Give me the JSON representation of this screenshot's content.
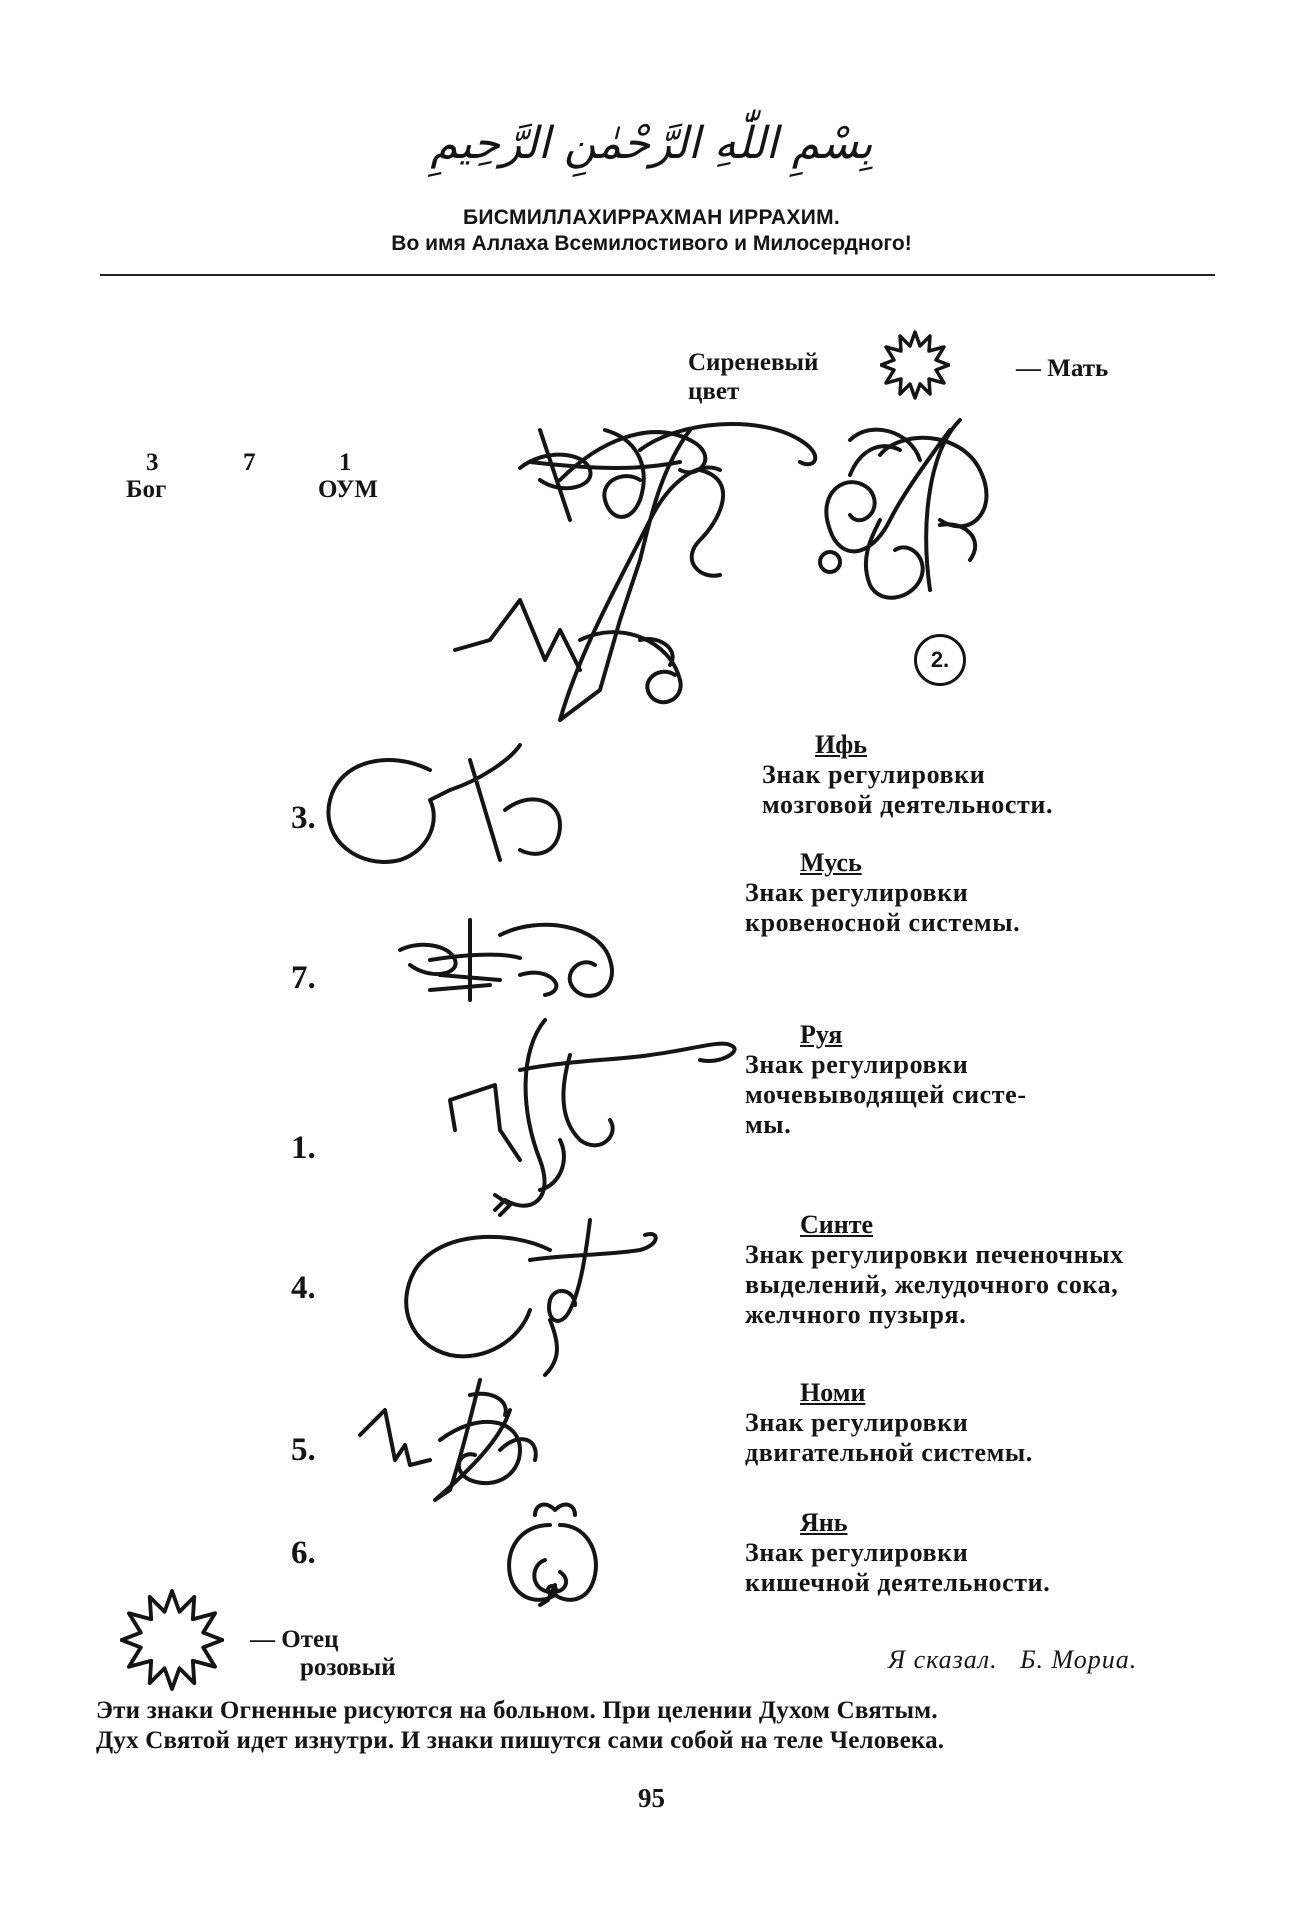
{
  "header": {
    "arabic": "بِسْمِ اللّٰهِ الرَّحْمٰنِ الرَّحِيمِ",
    "title": "БИСМИЛЛАХИРРАХМАН ИРРАХИМ.",
    "subtitle": "Во имя Аллаха Всемилостивого и Милосердного!"
  },
  "top_legend": {
    "color_line1": "Сиреневый",
    "color_line2": "цвет",
    "meaning": "— Мать"
  },
  "numbers_row": {
    "n1": "3",
    "n2": "7",
    "n3": "1",
    "label1": "Бог",
    "label3": "ОУМ"
  },
  "circle_label": "2.",
  "signs": [
    {
      "number": "3.",
      "name": "Ифь",
      "line1": "Знак регулировки",
      "line2": "мозговой деятельности."
    },
    {
      "number": "7.",
      "name": "Мусь",
      "line1": "Знак регулировки",
      "line2": "кровеносной системы."
    },
    {
      "number": "1.",
      "name": "Руя",
      "line1": "Знак регулировки",
      "line2": "мочевыводящей систе-",
      "line3": "мы."
    },
    {
      "number": "4.",
      "name": "Синте",
      "line1": "Знак регулировки печеночных",
      "line2": "выделений, желудочного сока,",
      "line3": "желчного пузыря."
    },
    {
      "number": "5.",
      "name": "Номи",
      "line1": "Знак регулировки",
      "line2": "двигательной системы."
    },
    {
      "number": "6.",
      "name": "Янь",
      "line1": "Знак регулировки",
      "line2": "кишечной деятельности."
    }
  ],
  "bottom_legend": {
    "meaning": "— Отец",
    "color": "розовый"
  },
  "signature": "Я сказал.   Б. Мориа.",
  "footer": {
    "line1": "Эти знаки Огненные рисуются на больном. При целении Духом Святым.",
    "line2": "Дух Святой идет изнутри. И знаки пишутся сами собой на теле Человека."
  },
  "page_number": "95"
}
